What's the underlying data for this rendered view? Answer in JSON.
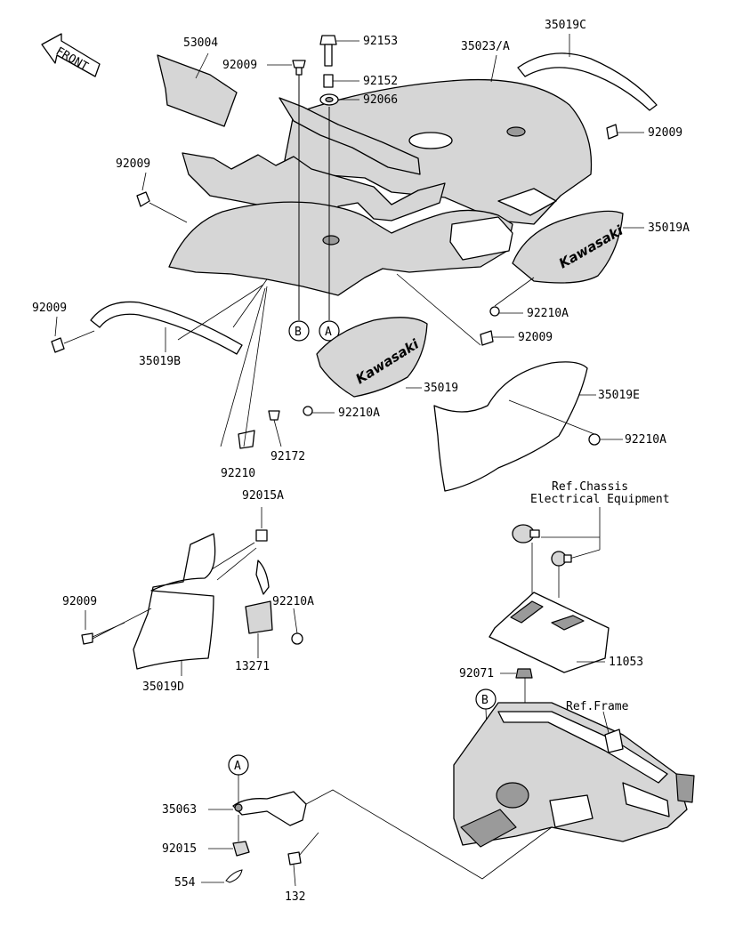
{
  "direction_tag": "FRONT",
  "brand_text": "Kawasaki",
  "callouts": {
    "c_53004": "53004",
    "c_92009_top": "92009",
    "c_92153": "92153",
    "c_92152": "92152",
    "c_92066": "92066",
    "c_35023A": "35023/A",
    "c_35019C": "35019C",
    "c_92009_right": "92009",
    "c_92009_left": "92009",
    "c_35019A": "35019A",
    "c_92210A_1": "92210A",
    "c_92009_mid": "92009",
    "c_92009_lower_left": "92009",
    "c_35019B": "35019B",
    "c_35019": "35019",
    "c_92210A_2": "92210A",
    "c_35019E": "35019E",
    "c_92210A_3": "92210A",
    "c_92172": "92172",
    "c_92210": "92210",
    "c_92015A": "92015A",
    "c_ref_chassis_1": "Ref.Chassis",
    "c_ref_chassis_2": "Electrical Equipment",
    "c_92009_d": "92009",
    "c_92210A_4": "92210A",
    "c_13271": "13271",
    "c_35019D": "35019D",
    "c_11053": "11053",
    "c_92071": "92071",
    "c_ref_frame": "Ref.Frame",
    "c_35063": "35063",
    "c_92015": "92015",
    "c_554": "554",
    "c_132": "132"
  },
  "markers": {
    "A": "A",
    "B": "B"
  }
}
